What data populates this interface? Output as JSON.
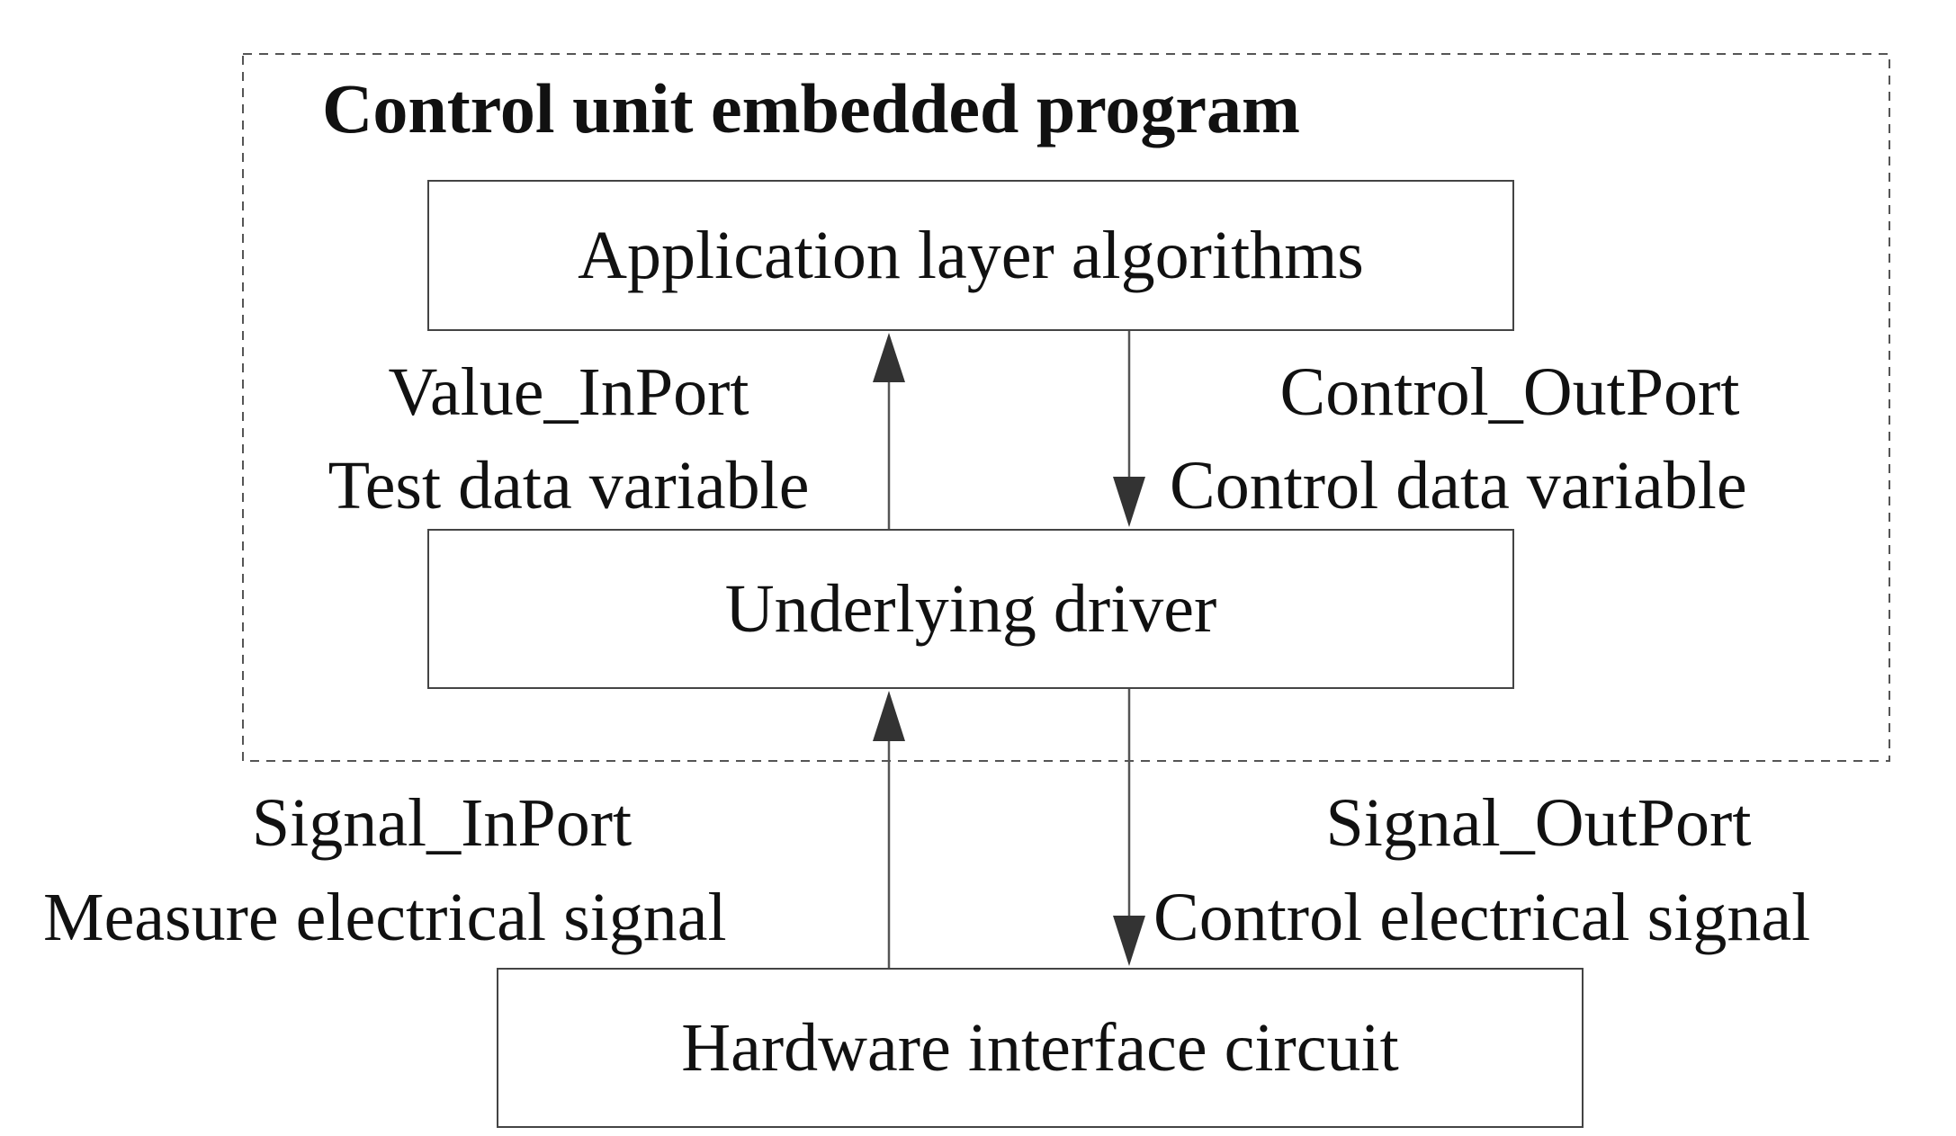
{
  "frame": {
    "title": "Control unit embedded program"
  },
  "boxes": {
    "application": "Application layer algorithms",
    "driver": "Underlying driver",
    "hardware": "Hardware interface circuit"
  },
  "connections": {
    "value_in": {
      "port": "Value_InPort",
      "description": "Test data variable"
    },
    "control_out": {
      "port": "Control_OutPort",
      "description": "Control data variable"
    },
    "signal_in": {
      "port": "Signal_InPort",
      "description": "Measure electrical signal"
    },
    "signal_out": {
      "port": "Signal_OutPort",
      "description": "Control electrical signal"
    }
  },
  "colors": {
    "line": "#444444",
    "arrow": "#333333",
    "dashed_frame": "#555555",
    "text": "#111111"
  }
}
